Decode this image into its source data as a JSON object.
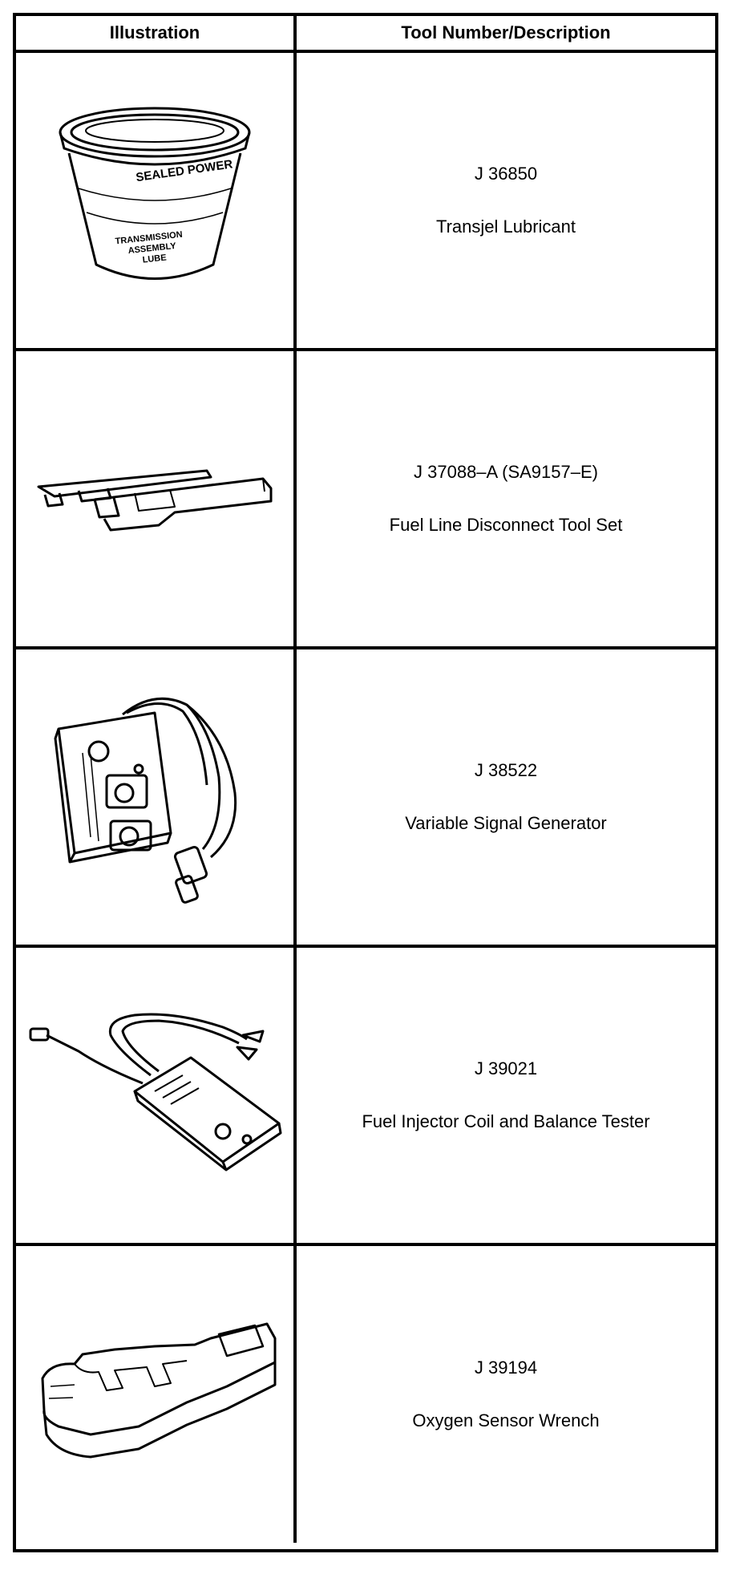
{
  "table": {
    "headers": {
      "illustration": "Illustration",
      "description": "Tool Number/Description"
    },
    "rows": [
      {
        "number": "J 36850",
        "name": "Transjel Lubricant",
        "icon": "lubricant-tub-icon",
        "label_text": [
          "TRANSMISSION",
          "ASSEMBLY",
          "LUBE"
        ],
        "brand_text": "SEALED POWER"
      },
      {
        "number": "J 37088–A (SA9157–E)",
        "name": "Fuel Line Disconnect Tool Set",
        "icon": "disconnect-tool-set-icon"
      },
      {
        "number": "J 38522",
        "name": "Variable Signal Generator",
        "icon": "signal-generator-icon"
      },
      {
        "number": "J 39021",
        "name": "Fuel Injector Coil and Balance Tester",
        "icon": "injector-tester-icon"
      },
      {
        "number": "J 39194",
        "name": "Oxygen Sensor Wrench",
        "icon": "oxygen-sensor-wrench-icon"
      }
    ]
  }
}
